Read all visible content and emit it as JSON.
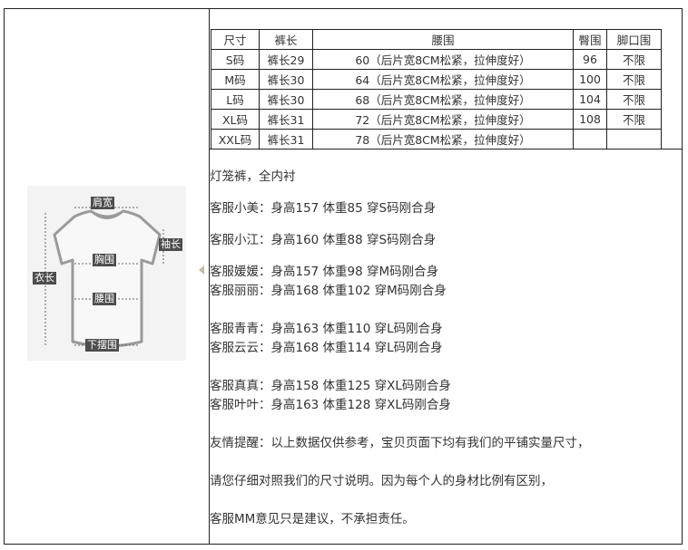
{
  "size_table": {
    "headers": [
      "尺寸",
      "裤长",
      "腰围",
      "臀围",
      "脚口围"
    ],
    "rows": [
      [
        "S码",
        "裤长29",
        "60（后片宽8CM松紧，拉伸度好）",
        "96",
        "不限"
      ],
      [
        "M码",
        "裤长30",
        "64（后片宽8CM松紧，拉伸度好）",
        "100",
        "不限"
      ],
      [
        "L码",
        "裤长30",
        "68（后片宽8CM松紧，拉伸度好）",
        "104",
        "不限"
      ],
      [
        "XL码",
        "裤长31",
        "72（后片宽8CM松紧，拉伸度好）",
        "108",
        "不限"
      ],
      [
        "XXL码",
        "裤长31",
        "78（后片宽8CM松紧，拉伸度好）",
        "",
        ""
      ]
    ]
  },
  "notes": {
    "product": "灯笼裤，全内衬",
    "staff_1": "客服小美：身高157 体重85 穿S码刚合身",
    "staff_2": "客服小江：身高160 体重88 穿S码刚合身",
    "staff_3": "客服媛媛：身高157 体重98 穿M码刚合身",
    "staff_4": "客服丽丽：身高168 体重102 穿M码刚合身",
    "staff_5": "客服青青：身高163 体重110 穿L码刚合身",
    "staff_6": "客服云云：身高168 体重114 穿L码刚合身",
    "staff_7": "客服真真：身高158 体重125 穿XL码刚合身",
    "staff_8": "客服叶叶：身高163 体重128 穿XL码刚合身",
    "reminder": "友情提醒：以上数据仅供参考，宝贝页面下均有我们的平铺实量尺寸，",
    "check_chart": "请您仔细对照我们的尺寸说明。因为每个人的身材比例有区别，",
    "disclaimer": "客服MM意见只是建议，不承担责任。"
  },
  "diagram": {
    "shoulder": "肩宽",
    "sleeve": "袖长",
    "chest": "胸围",
    "length": "衣长",
    "waist": "腰围",
    "hem": "下摆围"
  },
  "colors": {
    "border": "#222222",
    "label_bg": "#4d4d4d",
    "diagram_bg": "#f3f3f3"
  }
}
